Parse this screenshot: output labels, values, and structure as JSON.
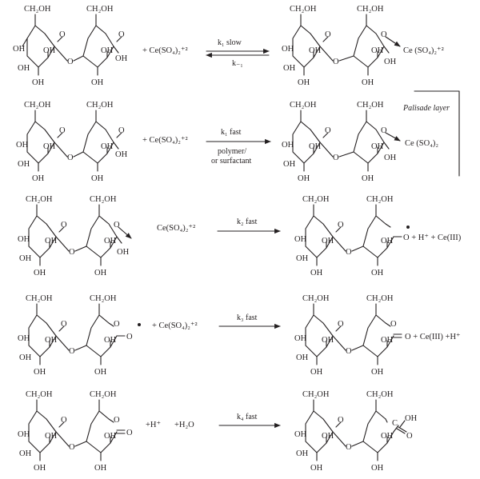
{
  "labels": {
    "ch2oh": "CH₂OH",
    "oh": "OH",
    "ring_o": "O",
    "glyc_o": "O",
    "carbonyl_o": "O"
  },
  "reagents": {
    "r1": "+ Ce(SO₄)₂⁺²",
    "r2": "+ Ce(SO₄)₂⁺²",
    "r3": "Ce(SO₄)₂⁺²",
    "r4": "+ Ce(SO₄)₂⁺²",
    "r5a": "+H⁺",
    "r5b": "+H₂O"
  },
  "arrows": {
    "a1_top": "k₁ slow",
    "a1_bottom": "k₋₁",
    "a2_top": "k₁ fast",
    "a2_bottom1": "polymer/",
    "a2_bottom2": "or surfactant",
    "a3_top": "k₂ fast",
    "a4_top": "k₃ fast",
    "a5_top": "k₄ fast"
  },
  "products": {
    "p1": "Ce (SO₄)₂⁺²",
    "p2": "Ce (SO₄)₂",
    "p3": "O + H⁺ + Ce(III)",
    "p4": "O + Ce(III) +H⁺",
    "p5_oh": "OH",
    "p5_o": "O",
    "p5_c": "C"
  },
  "annotation": {
    "palisade": "Palisade layer"
  }
}
